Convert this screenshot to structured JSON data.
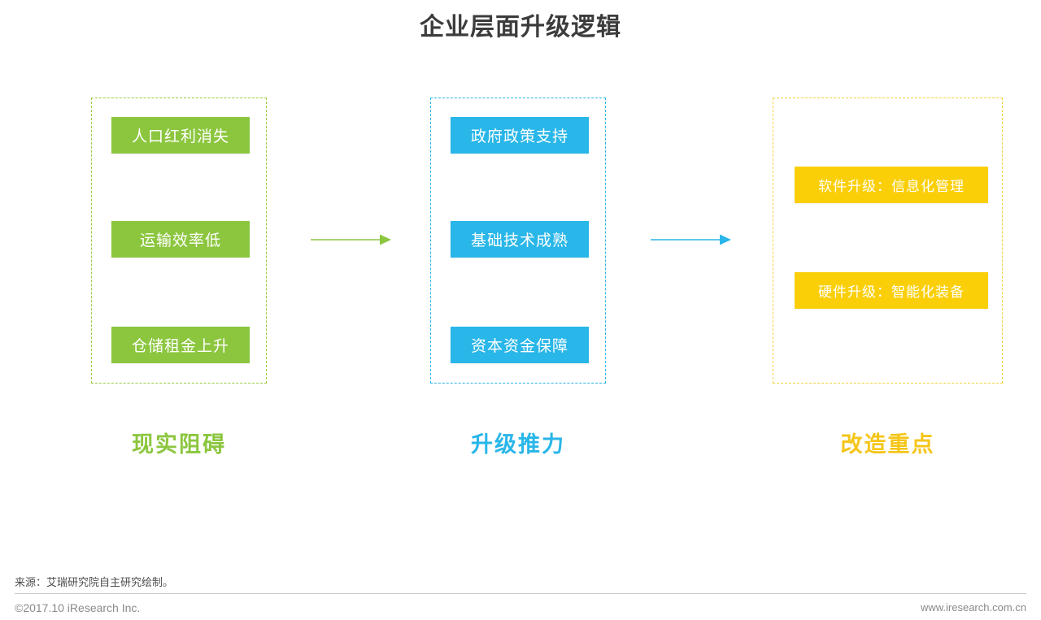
{
  "header": {
    "title": "企业层面升级逻辑"
  },
  "columns": [
    {
      "id": "obstacles",
      "caption": "现实阻碍",
      "accent": "#8cc63f",
      "items": [
        {
          "label": "人口红利消失"
        },
        {
          "label": "运输效率低"
        },
        {
          "label": "仓储租金上升"
        }
      ]
    },
    {
      "id": "drivers",
      "caption": "升级推力",
      "accent": "#29b6e8",
      "items": [
        {
          "label": "政府政策支持"
        },
        {
          "label": "基础技术成熟"
        },
        {
          "label": "资本资金保障"
        }
      ]
    },
    {
      "id": "focus",
      "caption": "改造重点",
      "accent": "#fbcf08",
      "items": [
        {
          "label": "软件升级：信息化管理"
        },
        {
          "label": "硬件升级：智能化装备"
        }
      ]
    }
  ],
  "arrows": [
    {
      "id": "arrow-obstacles-to-drivers",
      "color": "#8cc63f"
    },
    {
      "id": "arrow-drivers-to-focus",
      "color": "#29b6e8"
    }
  ],
  "footer": {
    "source": "来源：艾瑞研究院自主研究绘制。",
    "copyright": "©2017.10 iResearch Inc.",
    "website": "www.iresearch.com.cn"
  }
}
